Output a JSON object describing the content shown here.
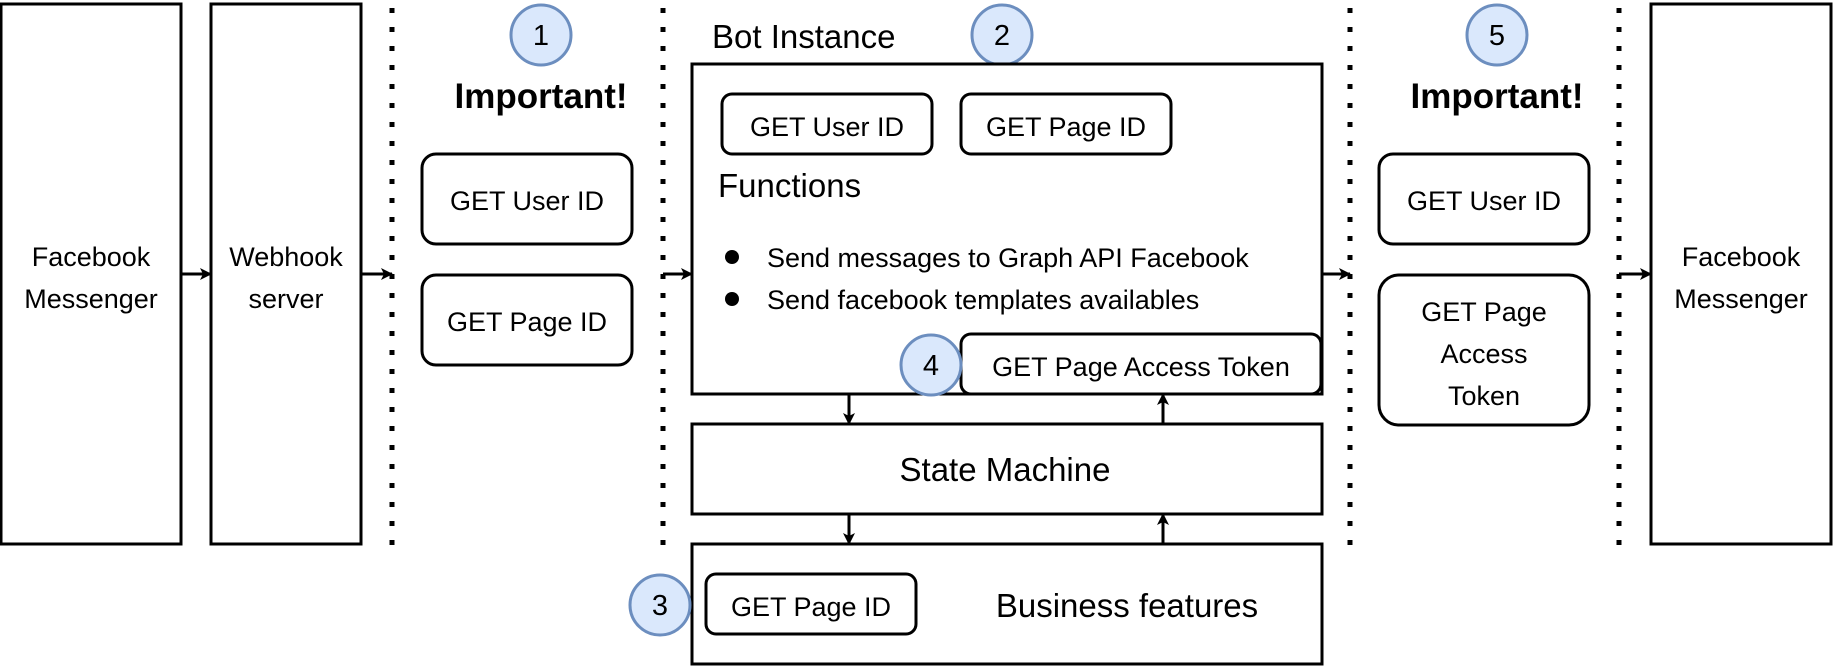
{
  "colors": {
    "stroke": "#000000",
    "badge_fill": "#dae8fc",
    "badge_stroke": "#6c8ebf",
    "background": "#ffffff"
  },
  "nodes": {
    "fb_messenger_left": {
      "lines": [
        "Facebook",
        "Messenger"
      ]
    },
    "webhook_server": {
      "lines": [
        "Webhook",
        "server"
      ]
    },
    "fb_messenger_right": {
      "lines": [
        "Facebook",
        "Messenger"
      ]
    }
  },
  "section_1": {
    "badge": "1",
    "heading": "Important!",
    "items": [
      "GET User ID",
      "GET Page ID"
    ]
  },
  "bot_instance": {
    "label": "Bot Instance",
    "badge": "2",
    "get_user_id": "GET User ID",
    "get_page_id": "GET Page ID",
    "functions_title": "Functions",
    "bullets": [
      "Send messages to Graph API Facebook",
      "Send facebook templates availables"
    ],
    "token_badge": "4",
    "token_label": "GET Page Access Token"
  },
  "state_machine": {
    "label": "State Machine"
  },
  "business": {
    "badge": "3",
    "get_page_id": "GET Page ID",
    "label": "Business features"
  },
  "section_5": {
    "badge": "5",
    "heading": "Important!",
    "get_user_id": "GET User ID",
    "token_lines": [
      "GET Page",
      "Access",
      "Token"
    ]
  }
}
